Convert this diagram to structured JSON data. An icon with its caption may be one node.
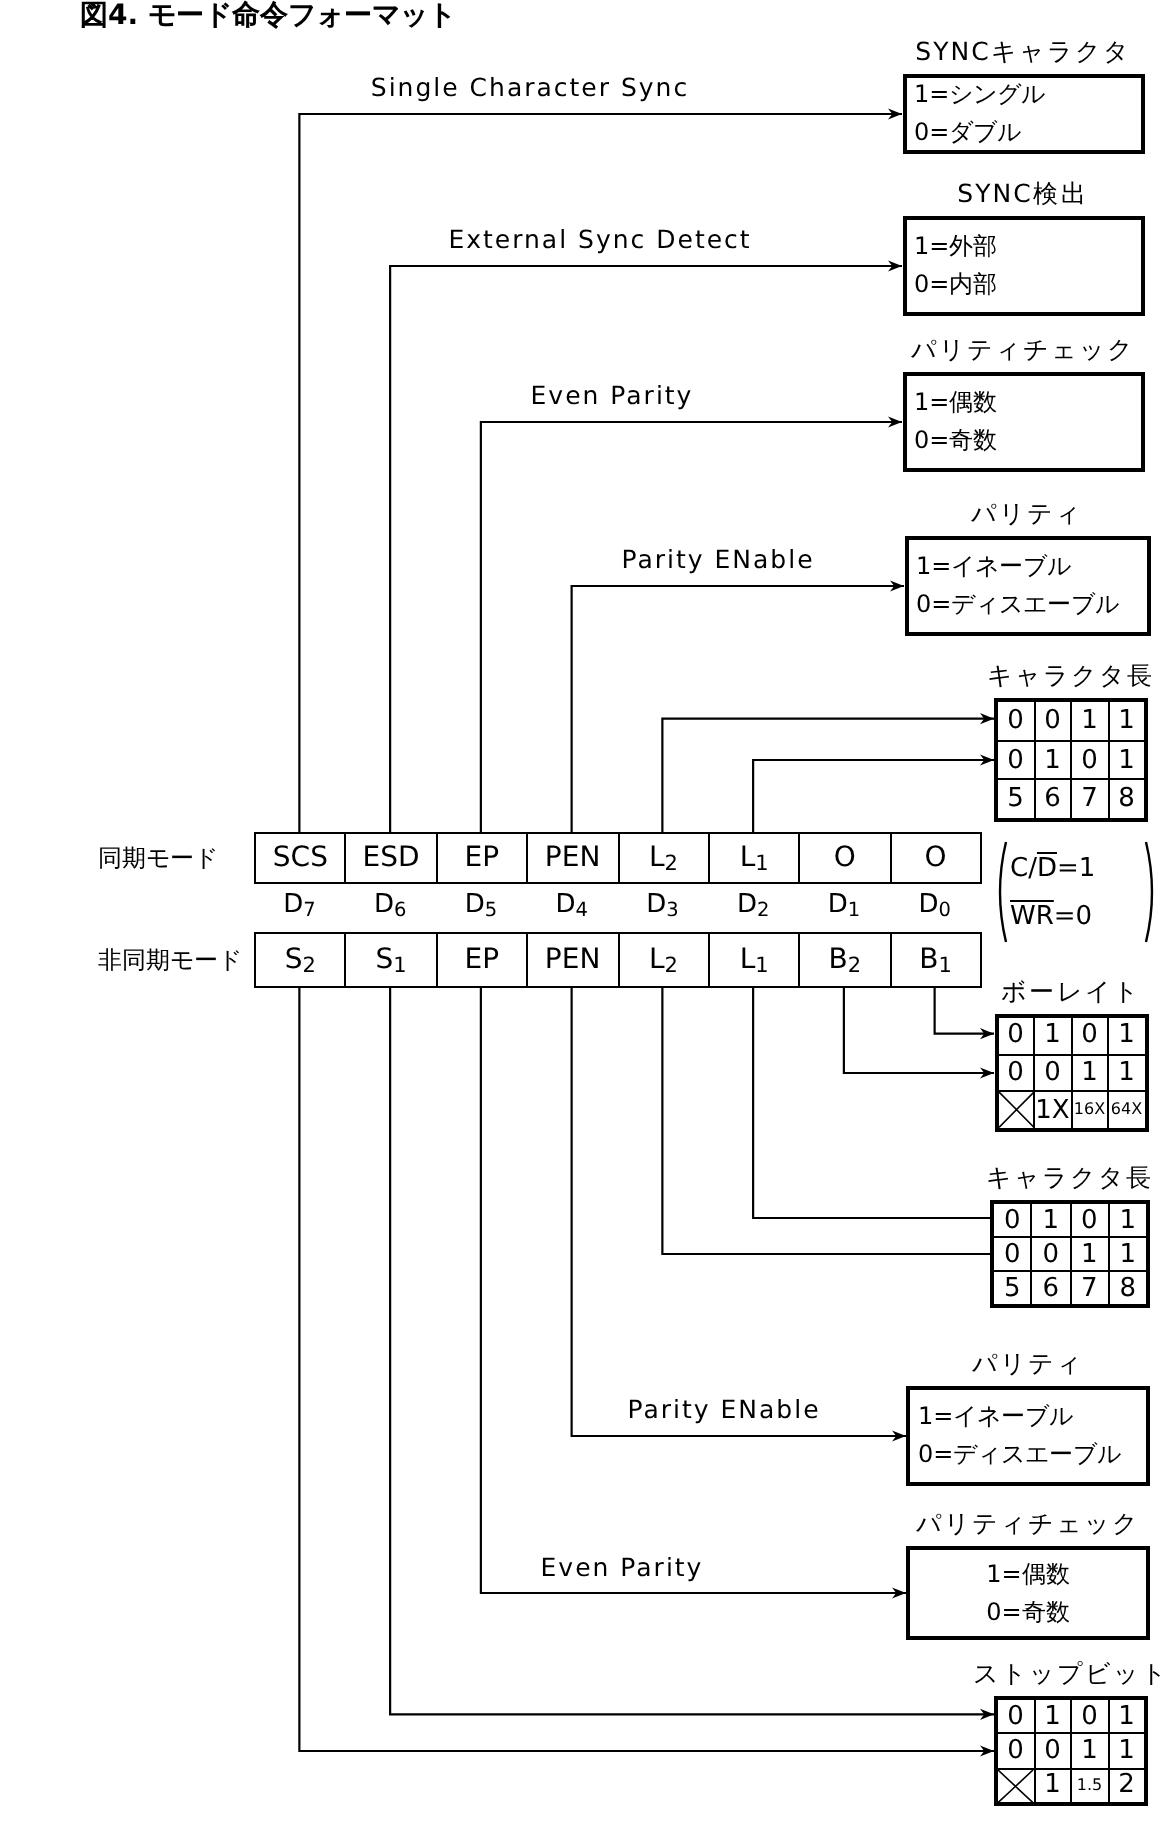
{
  "diagram": {
    "title": "図4. モード命令フォーマット",
    "nodes": [
      {
        "text": [
          "SYNCキャラクタ",
          "1=シングル",
          "0=ダブル"
        ]
      },
      {
        "text": [
          "SYNC検出",
          "1=外部",
          "0=内部"
        ]
      },
      {
        "text": [
          "パリティチェック",
          "1=偶数",
          "0=奇数"
        ]
      },
      {
        "text": [
          "パリティ",
          "1=イネーブル",
          "0=ディスエーブル"
        ]
      },
      {
        "text": [
          "キャラクタ長"
        ]
      },
      {
        "text": [
          "0",
          "0",
          "1",
          "1"
        ],
        "in": 4
      },
      {
        "text": [
          "0",
          "1",
          "0",
          "1"
        ],
        "in": 4
      },
      {
        "text": [
          "5",
          "6",
          "7",
          "8"
        ],
        "in": 4
      },
      {
        "text": [
          "同期モード"
        ]
      },
      {
        "text": [
          "SCS"
        ],
        "in": 8
      },
      {
        "text": [
          "ESD"
        ],
        "in": 8
      },
      {
        "text": [
          "EP"
        ],
        "in": 8
      },
      {
        "text": [
          "PEN"
        ],
        "in": 8
      },
      {
        "text": [
          "L$_{2}$"
        ],
        "in": 8
      },
      {
        "text": [
          "L$_{1}$"
        ],
        "in": 8
      },
      {
        "text": [
          "O"
        ],
        "in": 8
      },
      {
        "text": [
          "O"
        ],
        "in": 8
      },
      {
        "text": [
          "非同期モード"
        ]
      },
      {
        "text": [
          "S$_{2}$"
        ],
        "in": 17
      },
      {
        "text": [
          "S$_{1}$"
        ],
        "in": 17
      },
      {
        "text": [
          "EP"
        ],
        "in": 17
      },
      {
        "text": [
          "PEN"
        ],
        "in": 17
      },
      {
        "text": [
          "L$_{2}$"
        ],
        "in": 17
      },
      {
        "text": [
          "L$_{1}$"
        ],
        "in": 17
      },
      {
        "text": [
          "B$_{2}$"
        ],
        "in": 17
      },
      {
        "text": [
          "B$_{1}$"
        ],
        "in": 17
      },
      {
        "text": [
          "ボーレイト"
        ]
      },
      {
        "text": [
          "0",
          "1",
          "0",
          "1"
        ],
        "in": 26
      },
      {
        "text": [
          "0",
          "0",
          "1",
          "1"
        ],
        "in": 26
      },
      {
        "text": [
          "1X",
          "16X",
          "64X"
        ],
        "in": 26
      },
      {
        "text": [
          "キャラクタ長"
        ]
      },
      {
        "text": [
          "0",
          "1",
          "0",
          "1"
        ],
        "in": 30
      },
      {
        "text": [
          "0",
          "0",
          "1",
          "1"
        ],
        "in": 30
      },
      {
        "text": [
          "5",
          "6",
          "7",
          "8"
        ],
        "in": 30
      },
      {
        "text": [
          "パリティ",
          "1=イネーブル",
          "0=ディスエーブル"
        ]
      },
      {
        "text": [
          "パリティチェック",
          "1=偶数",
          "0=奇数"
        ]
      },
      {
        "text": [
          "ストップビット"
        ]
      },
      {
        "text": [
          "0",
          "1",
          "0",
          "1"
        ],
        "in": 36
      },
      {
        "text": [
          "0",
          "0",
          "1",
          "1"
        ],
        "in": 36
      },
      {
        "text": [
          "1",
          "1.5",
          "2"
        ],
        "in": 36
      }
    ],
    "edges": [
      {
        "from": 9,
        "to": 0,
        "arrow": "to",
        "label": "Single Character Sync"
      },
      {
        "from": 10,
        "to": 1,
        "arrow": "to",
        "label": "External Sync Detect"
      },
      {
        "from": 11,
        "to": 2,
        "arrow": "to",
        "label": "Even Parity"
      },
      {
        "from": 12,
        "to": 3,
        "arrow": "to",
        "label": "Parity ENable"
      },
      {
        "from": 13,
        "to": 5,
        "arrow": "to"
      },
      {
        "from": 14,
        "to": 6,
        "arrow": "to"
      },
      {
        "from": 25,
        "to": 27,
        "arrow": "to"
      },
      {
        "from": 24,
        "to": 28,
        "arrow": "to"
      },
      {
        "from": 23,
        "to": 31,
        "arrow": "none"
      },
      {
        "from": 22,
        "to": 32,
        "arrow": "none"
      },
      {
        "from": 21,
        "to": 34,
        "arrow": "to",
        "label": "Parity ENable"
      },
      {
        "from": 20,
        "to": 35,
        "arrow": "to",
        "label": "Even Parity"
      },
      {
        "from": 19,
        "to": 37,
        "arrow": "to"
      },
      {
        "from": 18,
        "to": 38,
        "arrow": "to"
      }
    ],
    "labels": [
      "D$_{7}$",
      "D$_{6}$",
      "D$_{5}$",
      "D$_{4}$",
      "D$_{3}$",
      "D$_{2}$",
      "D$_{1}$",
      "D$_{0}$",
      "C/D=1",
      "WR=0"
    ]
  }
}
